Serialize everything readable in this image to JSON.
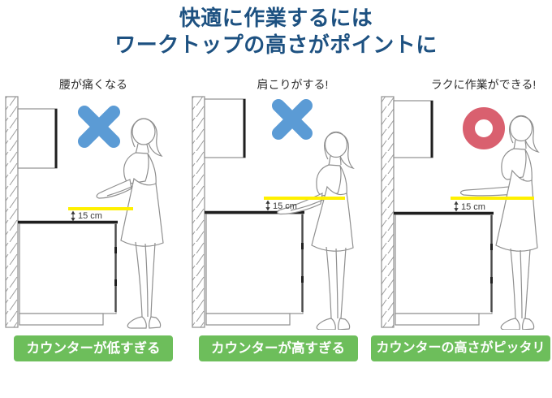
{
  "title": {
    "line1": "快適に作業するには",
    "line2": "ワークトップの高さがポイントに"
  },
  "colors": {
    "title_color": "#1d5181",
    "x_mark": "#5b9bd5",
    "o_mark": "#d9606f",
    "button_bg": "#6dbe5b",
    "button_text": "#ffffff",
    "highlight": "#fff000",
    "line_art": "#8f8f8f",
    "dark_line": "#1f1f1f"
  },
  "panels": [
    {
      "caption": "腰が痛くなる",
      "mark": "x",
      "measure_label": "15 cm",
      "button_label": "カウンターが低すぎる"
    },
    {
      "caption": "肩こりがする!",
      "mark": "x",
      "measure_label": "15 cm",
      "button_label": "カウンターが高すぎる"
    },
    {
      "caption": "ラクに作業ができる!",
      "mark": "o",
      "measure_label": "15 cm",
      "button_label": "カウンターの高さがピッタリ"
    }
  ]
}
